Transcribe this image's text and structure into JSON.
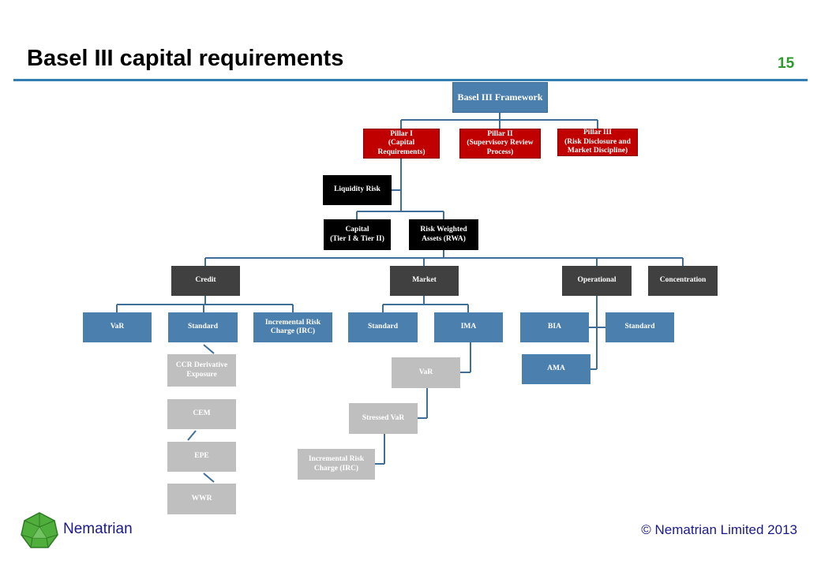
{
  "slide": {
    "title": "Basel III capital requirements",
    "page_number": "15"
  },
  "diagram": {
    "framework": "Basel III Framework",
    "pillar1": "Pillar I\n(Capital Requirements)",
    "pillar2": "Pillar II\n(Supervisory Review Process)",
    "pillar3": "Pillar III\n(Risk Disclosure and Market Discipline)",
    "liquidity_risk": "Liquidity Risk",
    "capital": "Capital\n(Tier I & Tier II)",
    "rwa": "Risk Weighted Assets (RWA)",
    "credit": "Credit",
    "market": "Market",
    "operational": "Operational",
    "concentration": "Concentration",
    "credit_var": "VaR",
    "credit_standard": "Standard",
    "credit_irc": "Incremental Risk Charge (IRC)",
    "market_standard": "Standard",
    "market_ima": "IMA",
    "op_bia": "BIA",
    "op_standard": "Standard",
    "op_ama": "AMA",
    "ccr": "CCR Derivative Exposure",
    "cem": "CEM",
    "epe": "EPE",
    "wwr": "WWR",
    "ima_var": "VaR",
    "stressed_var": "Stressed VaR",
    "ima_irc": "Incremental Risk Charge (IRC)"
  },
  "footer": {
    "brand": "Nematrian",
    "copyright": "© Nematrian Limited 2013"
  },
  "colors": {
    "accent_blue": "#4b7fad",
    "pillar_red": "#c00000",
    "connector": "#3f6f98",
    "page_number_green": "#2e9b2e",
    "footer_text": "#1a1a8c"
  }
}
